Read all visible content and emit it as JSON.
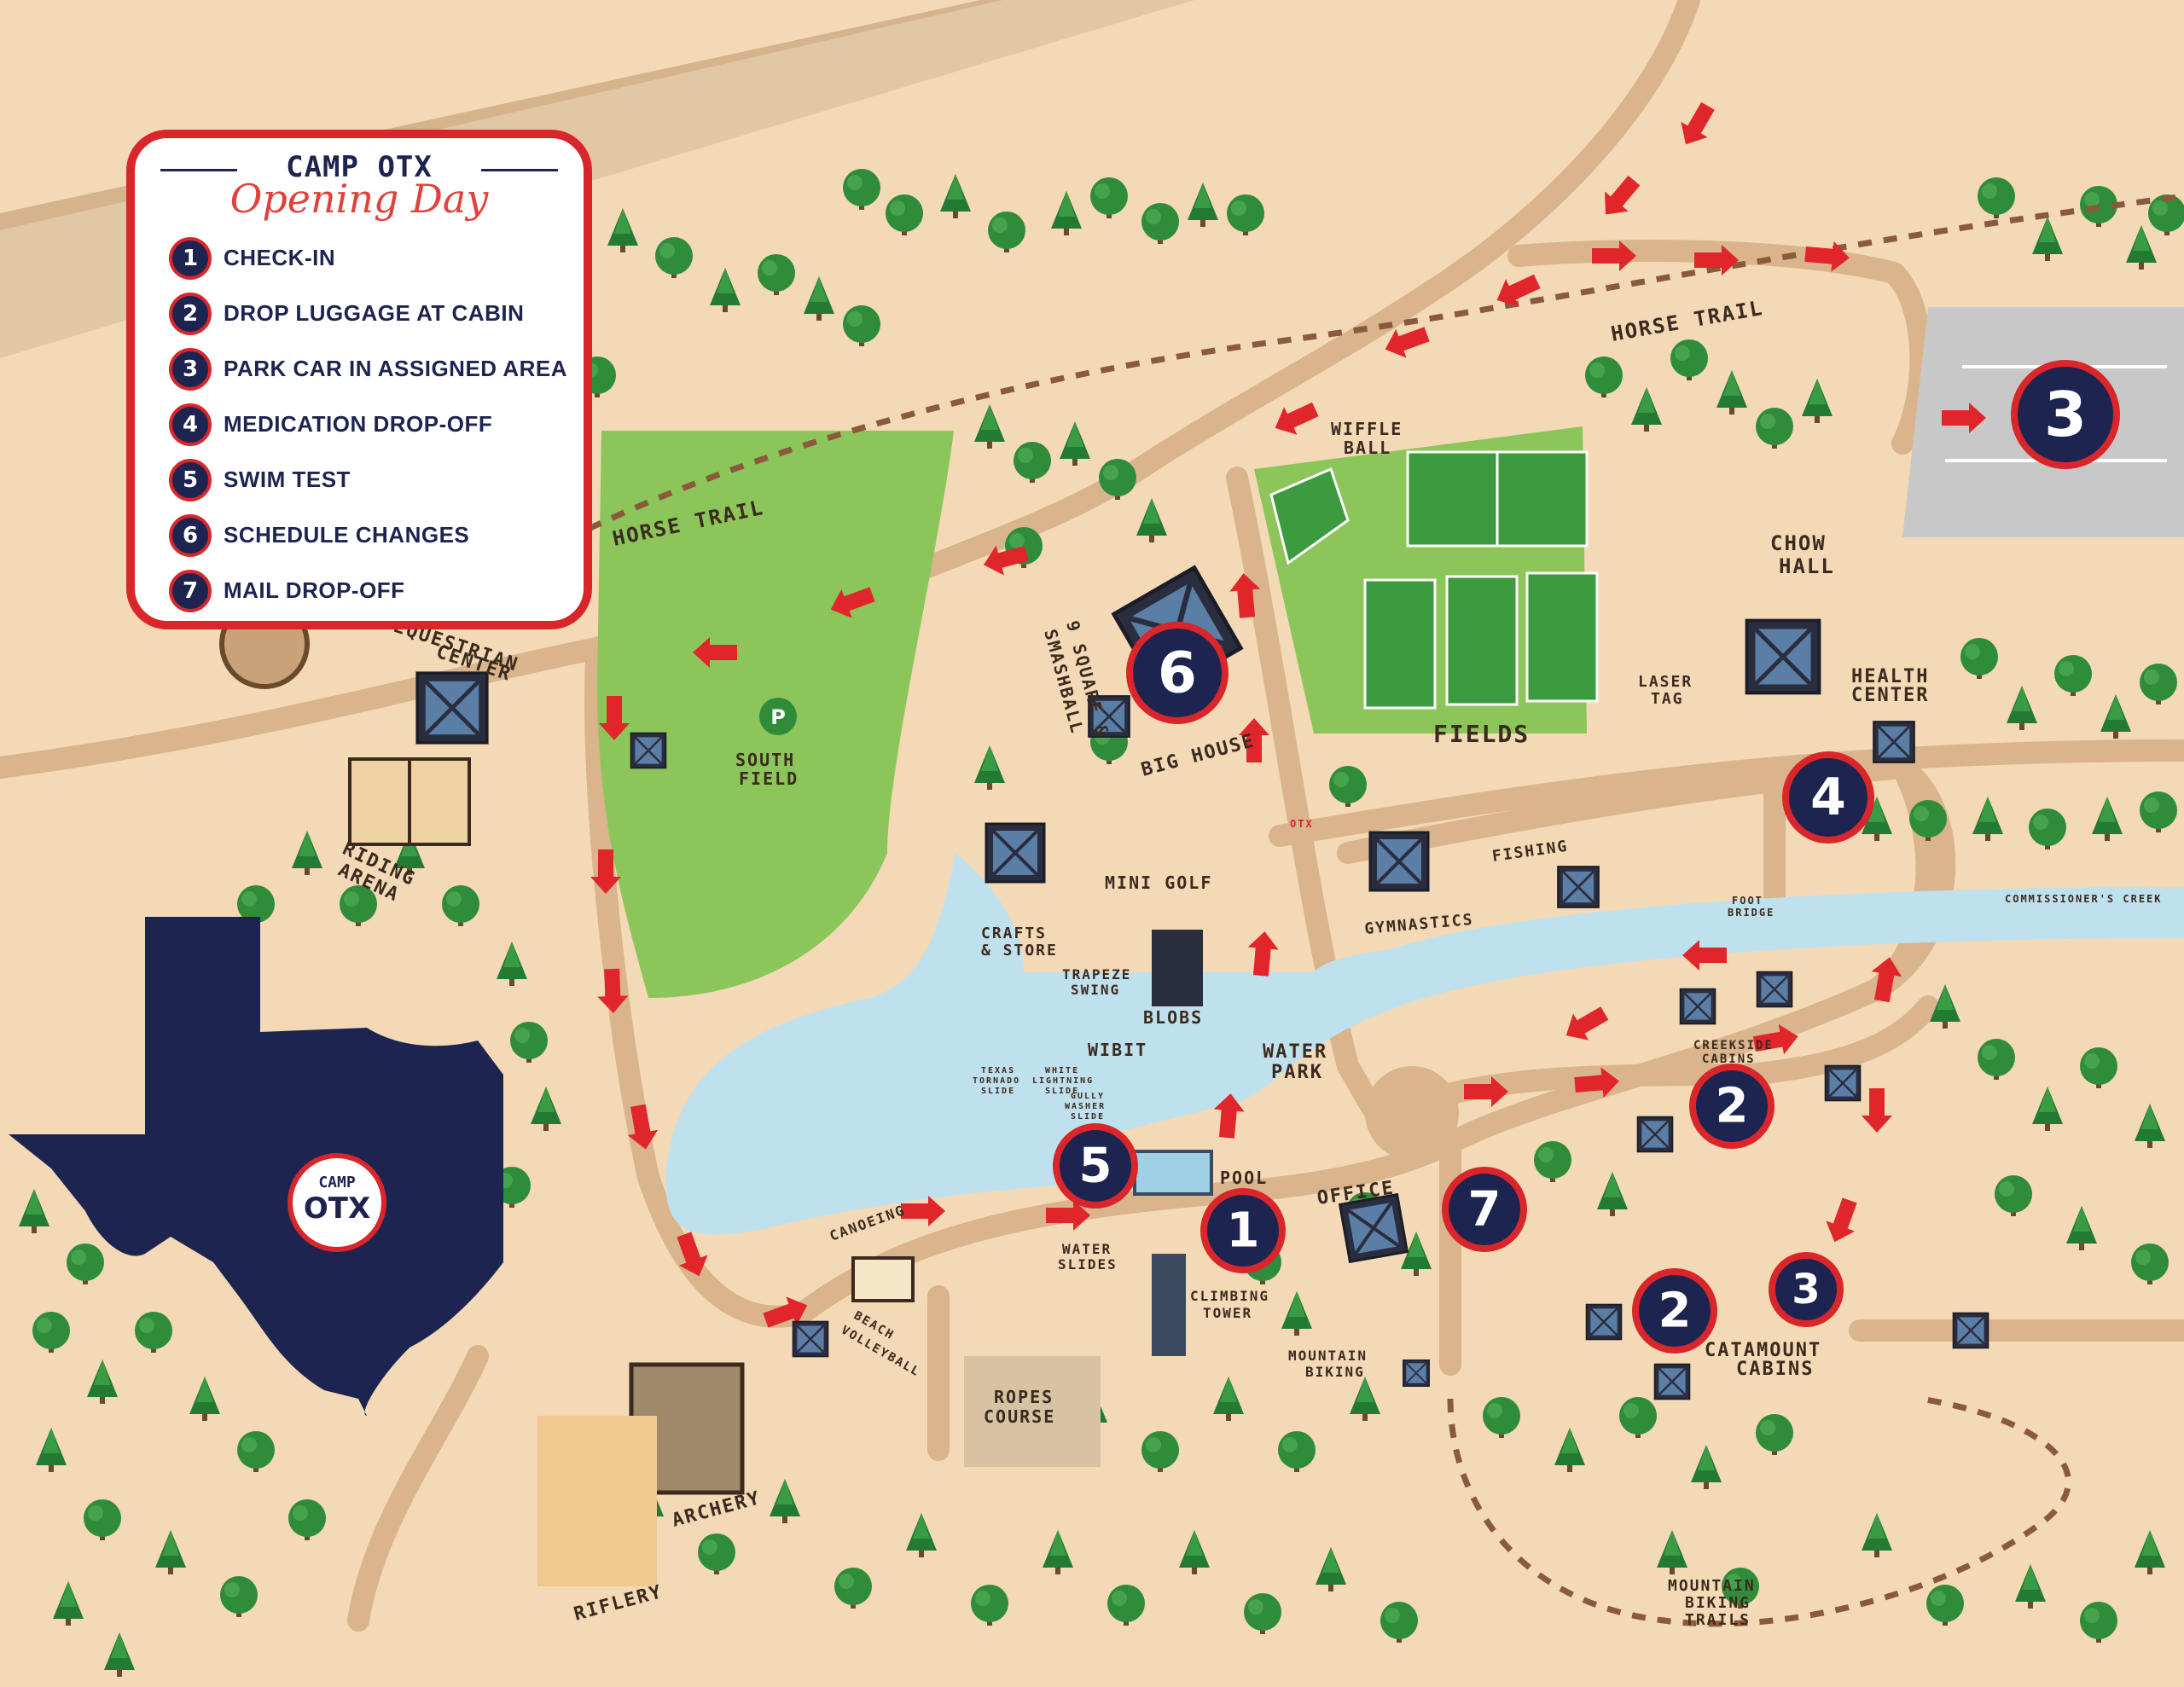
{
  "legend": {
    "title": "CAMP OTX",
    "subtitle": "Opening Day",
    "items": [
      {
        "number": "1",
        "label": "CHECK-IN"
      },
      {
        "number": "2",
        "label": "DROP LUGGAGE AT CABIN"
      },
      {
        "number": "3",
        "label": "PARK CAR IN ASSIGNED AREA"
      },
      {
        "number": "4",
        "label": "MEDICATION DROP-OFF"
      },
      {
        "number": "5",
        "label": "SWIM TEST"
      },
      {
        "number": "6",
        "label": "SCHEDULE CHANGES"
      },
      {
        "number": "7",
        "label": "MAIL DROP-OFF"
      }
    ]
  },
  "texas_logo": {
    "line1": "CAMP",
    "line2": "OTX"
  },
  "labels": {
    "horse_trail_west": "HORSE TRAIL",
    "horse_trail_east": "HORSE TRAIL",
    "wiffle_ball": "WIFFLE",
    "wiffle_ball_2": "BALL",
    "chow_hall": "CHOW",
    "chow_hall_2": "HALL",
    "health_center": "HEALTH",
    "health_center_2": "CENTER",
    "laser_tag": "LASER",
    "laser_tag_2": "TAG",
    "fields": "FIELDS",
    "big_house": "BIG HOUSE",
    "square": "9 SQUARE &",
    "smashball": "SMASHBALL",
    "equestrian": "EQUESTRIAN",
    "equestrian_2": "CENTER",
    "riding_arena": "RIDING",
    "riding_arena_2": "ARENA",
    "south_field": "SOUTH",
    "south_field_2": "FIELD",
    "crafts": "CRAFTS",
    "store": "& STORE",
    "mini_golf": "MINI GOLF",
    "trapeze": "TRAPEZE",
    "swing": "SWING",
    "blobs": "BLOBS",
    "wibit": "WIBIT",
    "water_park": "WATER",
    "water_park_2": "PARK",
    "gymnastics": "GYMNASTICS",
    "fishing": "FISHING",
    "foot_bridge": "FOOT",
    "foot_bridge_2": "BRIDGE",
    "commissioners_creek": "COMMISSIONER'S CREEK",
    "creekside": "CREEKSIDE",
    "creekside_2": "CABINS",
    "texas_tornado": "TEXAS",
    "texas_tornado_2": "TORNADO",
    "texas_tornado_3": "SLIDE",
    "white_lightning": "WHITE",
    "white_lightning_2": "LIGHTNING",
    "white_lightning_3": "SLIDE",
    "gully_washer": "GULLY",
    "gully_washer_2": "WASHER",
    "gully_washer_3": "SLIDE",
    "pool": "POOL",
    "office": "OFFICE",
    "canoeing": "CANOEING",
    "water_slides": "WATER",
    "water_slides_2": "SLIDES",
    "climbing": "CLIMBING",
    "climbing_2": "TOWER",
    "beach": "BEACH",
    "volleyball": "VOLLEYBALL",
    "ropes": "ROPES",
    "ropes_2": "COURSE",
    "mountain_biking": "MOUNTAIN",
    "mountain_biking_2": "BIKING",
    "catamount": "CATAMOUNT",
    "catamount_2": "CABINS",
    "archery": "ARCHERY",
    "riflery": "RIFLERY",
    "mtb_trails": "MOUNTAIN",
    "mtb_trails_2": "BIKING",
    "mtb_trails_3": "TRAILS",
    "parking_p": "P",
    "otx_sign": "OTX"
  },
  "markers": {
    "m1": "1",
    "m2a": "2",
    "m2b": "2",
    "m3a": "3",
    "m3b": "3",
    "m4": "4",
    "m5": "5",
    "m6": "6",
    "m7": "7"
  },
  "colors": {
    "ground": "#f3d9b6",
    "road": "#d9b48c",
    "water": "#bfe1ee",
    "grass": "#8cc65a",
    "field": "#3c9b3f",
    "tree": "#2f8c3a",
    "marker_fill": "#1d2450",
    "marker_ring": "#d9262b",
    "arrow": "#e1262b",
    "parking": "#c8c8c8"
  }
}
